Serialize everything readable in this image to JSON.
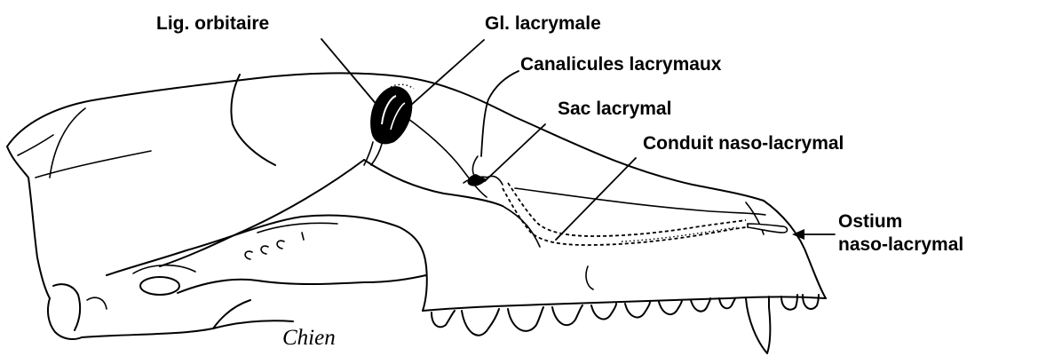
{
  "labels": {
    "lig_orbitaire": "Lig. orbitaire",
    "gl_lacrymale": "Gl. lacrymale",
    "canalicules_lacrymaux": "Canalicules lacrymaux",
    "sac_lacrymal": "Sac lacrymal",
    "conduit_naso_lacrymal": "Conduit naso-lacrymal",
    "ostium_line1": "Ostium",
    "ostium_line2": "naso-lacrymal"
  },
  "caption": "Chien",
  "colors": {
    "ink": "#000000",
    "background": "#ffffff"
  }
}
